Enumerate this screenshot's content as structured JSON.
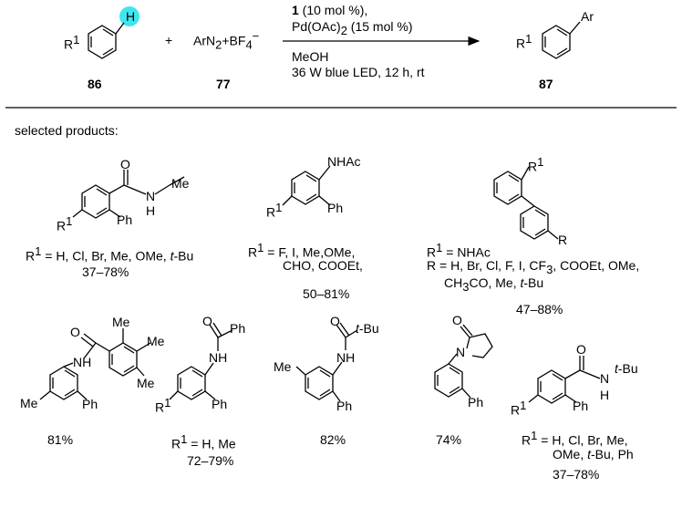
{
  "scheme": {
    "reactant_R": "R",
    "reactant_R_sup": "1",
    "reactant_H": "H",
    "reactant_label": "86",
    "plus": "+",
    "reagent": "ArN",
    "reagent_sub": "2",
    "reagent_mid": "+BF",
    "reagent_sub2": "4",
    "reagent_sup": "−",
    "reagent_label": "77",
    "cond_line1_bold": "1",
    "cond_line1_rest": " (10 mol %),",
    "cond_line2_a": "Pd(OAc)",
    "cond_line2_sub": "2",
    "cond_line2_b": "  (15 mol %)",
    "cond_line3": "MeOH",
    "cond_line4": "36 W blue LED, 12 h, rt",
    "product_R": "R",
    "product_R_sup": "1",
    "product_Ar": "Ar",
    "product_label": "87"
  },
  "selected_title": "selected products:",
  "labels": {
    "R": "R",
    "R1sup": "1",
    "O": "O",
    "N": "N",
    "H": "H",
    "Me": "Me",
    "Ph": "Ph",
    "NHAc": "NHAc",
    "NH": "NH",
    "tBu_t": "t",
    "tBu_rest": "-Bu"
  },
  "products": {
    "p1": {
      "sub_a": " = H, Cl, Br, Me, OMe, ",
      "sub_t": "t",
      "sub_b": "-Bu",
      "yield": "37–78%"
    },
    "p2": {
      "sub_line1": " = F, I, Me,OMe,",
      "sub_line2": "CHO, COOEt,",
      "yield": "50–81%"
    },
    "p3": {
      "sub_line1": " = NHAc",
      "sub_line2_a": "R  = H, Br, Cl, F, I, CF",
      "sub_line2_sub": "3",
      "sub_line2_b": ", COOEt, OMe,",
      "sub_line3_a": "CH",
      "sub_line3_sub": "3",
      "sub_line3_b": "CO, Me, ",
      "sub_line3_t": "t",
      "sub_line3_c": "-Bu",
      "yield": "47–88%"
    },
    "p4": {
      "yield": "81%"
    },
    "p5": {
      "sub": " = H, Me",
      "yield": "72–79%"
    },
    "p6": {
      "yield": "82%"
    },
    "p7": {
      "yield": "74%"
    },
    "p8": {
      "sub_line1": " = H, Cl, Br, Me,",
      "sub_line2_a": "OMe, ",
      "sub_line2_t": "t",
      "sub_line2_b": "-Bu, Ph",
      "yield": "37–78%"
    }
  },
  "colors": {
    "highlight": "#3fe6f0"
  }
}
